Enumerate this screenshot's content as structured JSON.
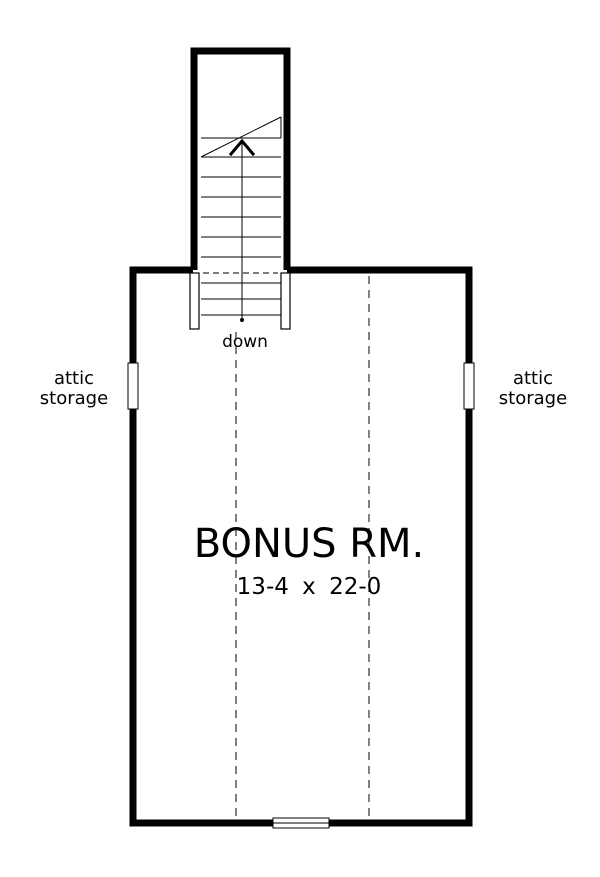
{
  "room": {
    "name": "BONUS RM.",
    "dimensions": "13-4 x 22-0"
  },
  "labels": {
    "stair": "down",
    "left_storage_line1": "attic",
    "left_storage_line2": "storage",
    "right_storage_line1": "attic",
    "right_storage_line2": "storage"
  },
  "icons": {
    "stair_direction": "up-arrow-icon"
  }
}
